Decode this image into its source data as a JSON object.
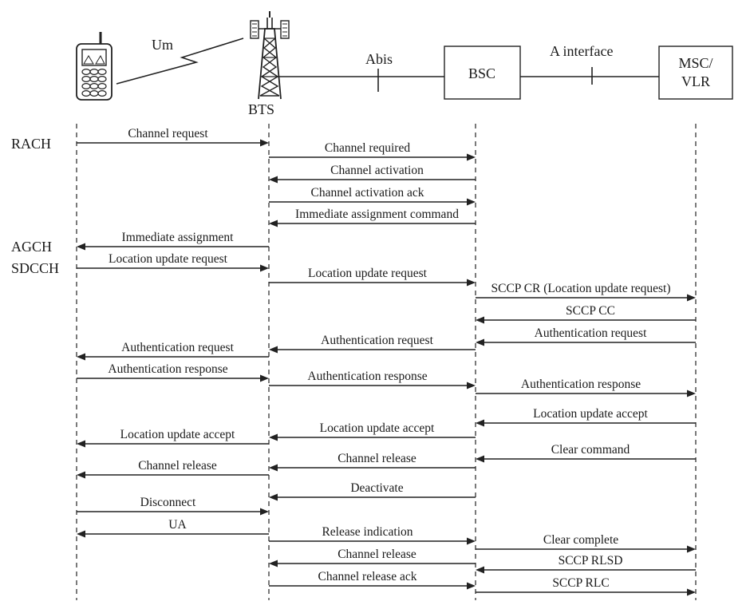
{
  "entities": {
    "um": "Um",
    "bts": "BTS",
    "abis": "Abis",
    "bsc": "BSC",
    "a_interface": "A interface",
    "msc_line1": "MSC/",
    "msc_line2": "VLR"
  },
  "channels": {
    "rach": "RACH",
    "agch": "AGCH",
    "sdcch": "SDCCH"
  },
  "messages": [
    {
      "label": "Channel request",
      "from": "MS",
      "to": "BTS"
    },
    {
      "label": "Channel required",
      "from": "BTS",
      "to": "BSC"
    },
    {
      "label": "Channel activation",
      "from": "BSC",
      "to": "BTS"
    },
    {
      "label": "Channel activation ack",
      "from": "BTS",
      "to": "BSC"
    },
    {
      "label": "Immediate assignment command",
      "from": "BSC",
      "to": "BTS"
    },
    {
      "label": "Immediate assignment",
      "from": "BTS",
      "to": "MS"
    },
    {
      "label": "Location update request",
      "from": "MS",
      "to": "BTS"
    },
    {
      "label": "Location update request",
      "from": "BTS",
      "to": "BSC"
    },
    {
      "label": "SCCP CR (Location update request)",
      "from": "BSC",
      "to": "MSC/VLR"
    },
    {
      "label": "SCCP CC",
      "from": "MSC/VLR",
      "to": "BSC"
    },
    {
      "label": "Authentication request",
      "from": "MSC/VLR",
      "to": "BSC"
    },
    {
      "label": "Authentication request",
      "from": "BSC",
      "to": "BTS"
    },
    {
      "label": "Authentication request",
      "from": "BTS",
      "to": "MS"
    },
    {
      "label": "Authentication response",
      "from": "MS",
      "to": "BTS"
    },
    {
      "label": "Authentication response",
      "from": "BTS",
      "to": "BSC"
    },
    {
      "label": "Authentication response",
      "from": "BSC",
      "to": "MSC/VLR"
    },
    {
      "label": "Location update accept",
      "from": "MSC/VLR",
      "to": "BSC"
    },
    {
      "label": "Location update accept",
      "from": "BSC",
      "to": "BTS"
    },
    {
      "label": "Location update accept",
      "from": "BTS",
      "to": "MS"
    },
    {
      "label": "Clear command",
      "from": "MSC/VLR",
      "to": "BSC"
    },
    {
      "label": "Channel release",
      "from": "BSC",
      "to": "BTS"
    },
    {
      "label": "Channel release",
      "from": "BTS",
      "to": "MS"
    },
    {
      "label": "Deactivate",
      "from": "BSC",
      "to": "BTS"
    },
    {
      "label": "Disconnect",
      "from": "MS",
      "to": "BTS"
    },
    {
      "label": "UA",
      "from": "BTS",
      "to": "MS"
    },
    {
      "label": "Release indication",
      "from": "BTS",
      "to": "BSC"
    },
    {
      "label": "Clear complete",
      "from": "BSC",
      "to": "MSC/VLR"
    },
    {
      "label": "Channel release",
      "from": "BSC",
      "to": "BTS"
    },
    {
      "label": "SCCP RLSD",
      "from": "MSC/VLR",
      "to": "BSC"
    },
    {
      "label": "Channel release ack",
      "from": "BTS",
      "to": "BSC"
    },
    {
      "label": "SCCP RLC",
      "from": "BSC",
      "to": "MSC/VLR"
    }
  ]
}
